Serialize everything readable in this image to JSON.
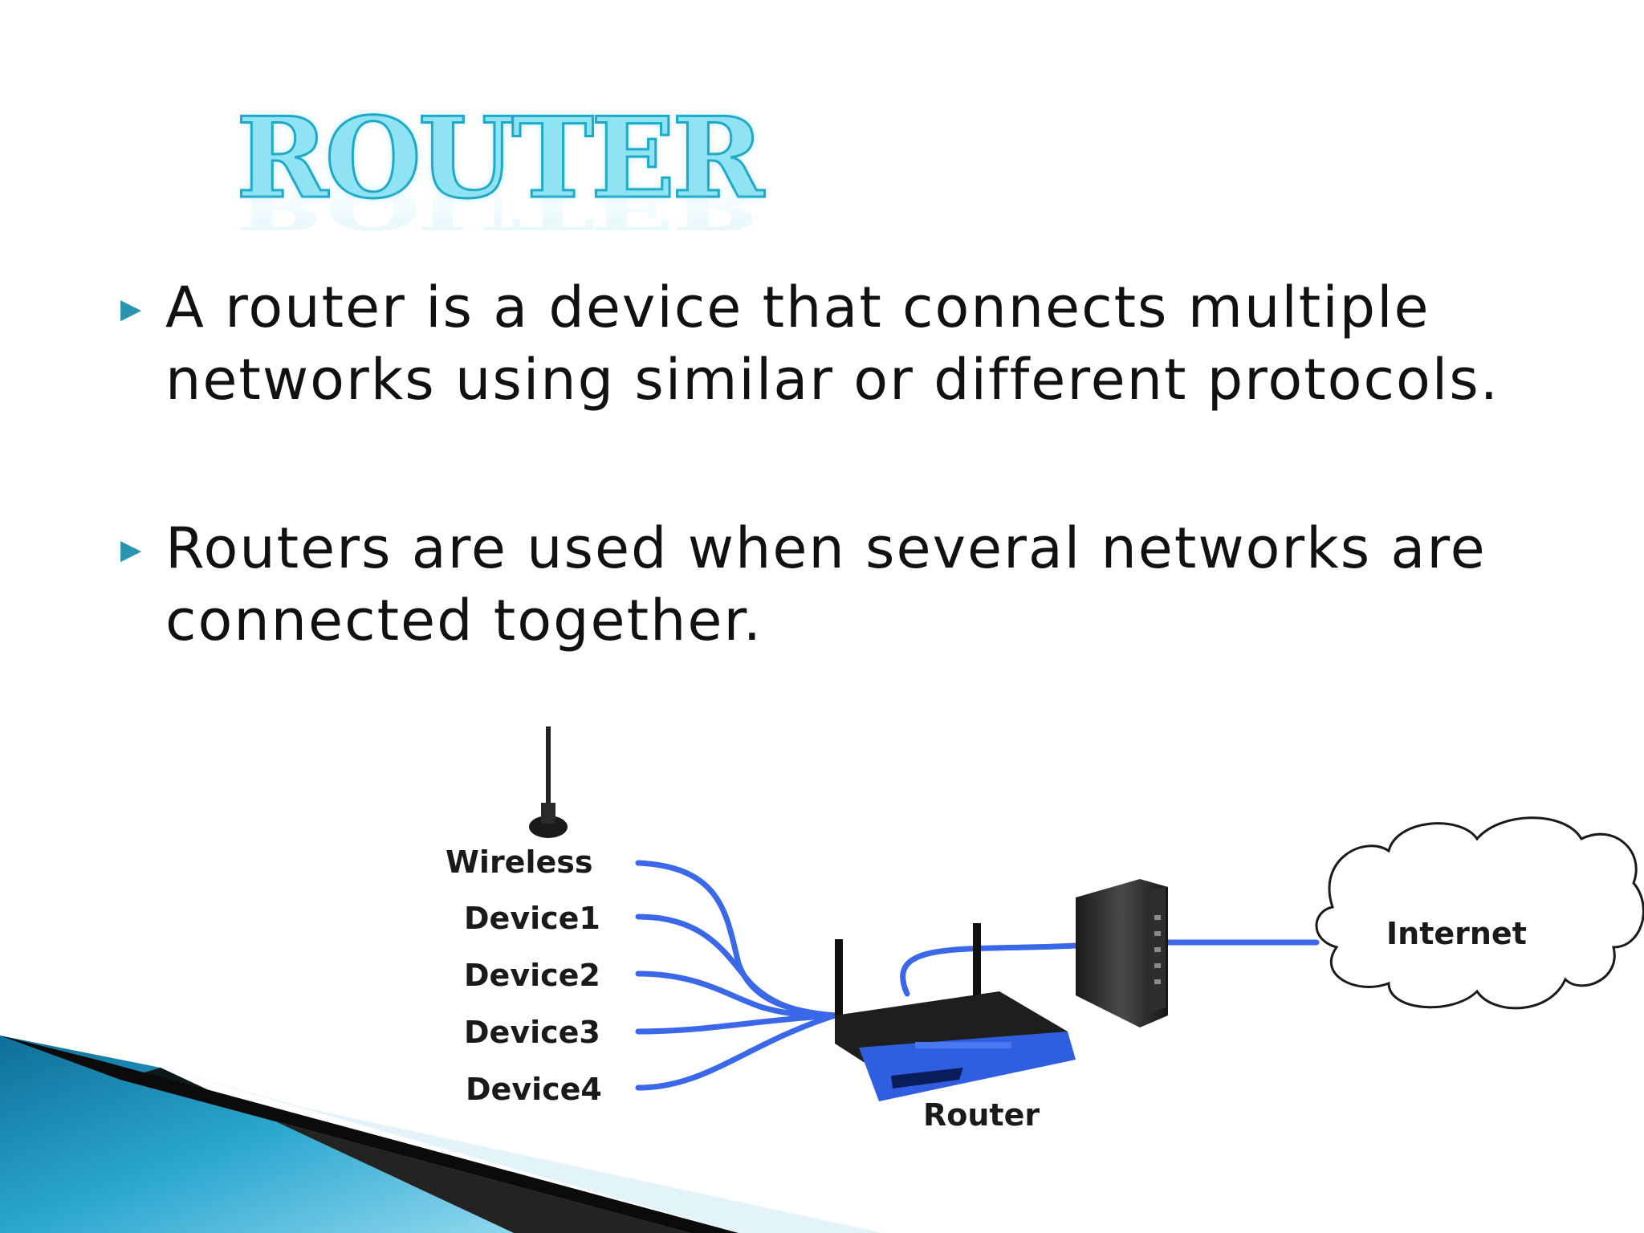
{
  "slide": {
    "title": "ROUTER",
    "bullets": [
      "A router is a device that connects multiple networks using similar or different protocols.",
      "Routers are used when several networks are connected together."
    ]
  },
  "diagram": {
    "device_labels": [
      "Wireless",
      "Device1",
      "Device2",
      "Device3",
      "Device4"
    ],
    "router_label": "Router",
    "internet_label": "Internet"
  },
  "colors": {
    "title_fill": "#8fe3f3",
    "title_stroke": "#1ea9c7",
    "bullet_marker": "#2a93b2",
    "cable_blue": "#3a68e8",
    "router_blue": "#2f5fe0",
    "wedge_dark": "#0b0b0b",
    "wedge_teal": "#1a8fb8"
  }
}
